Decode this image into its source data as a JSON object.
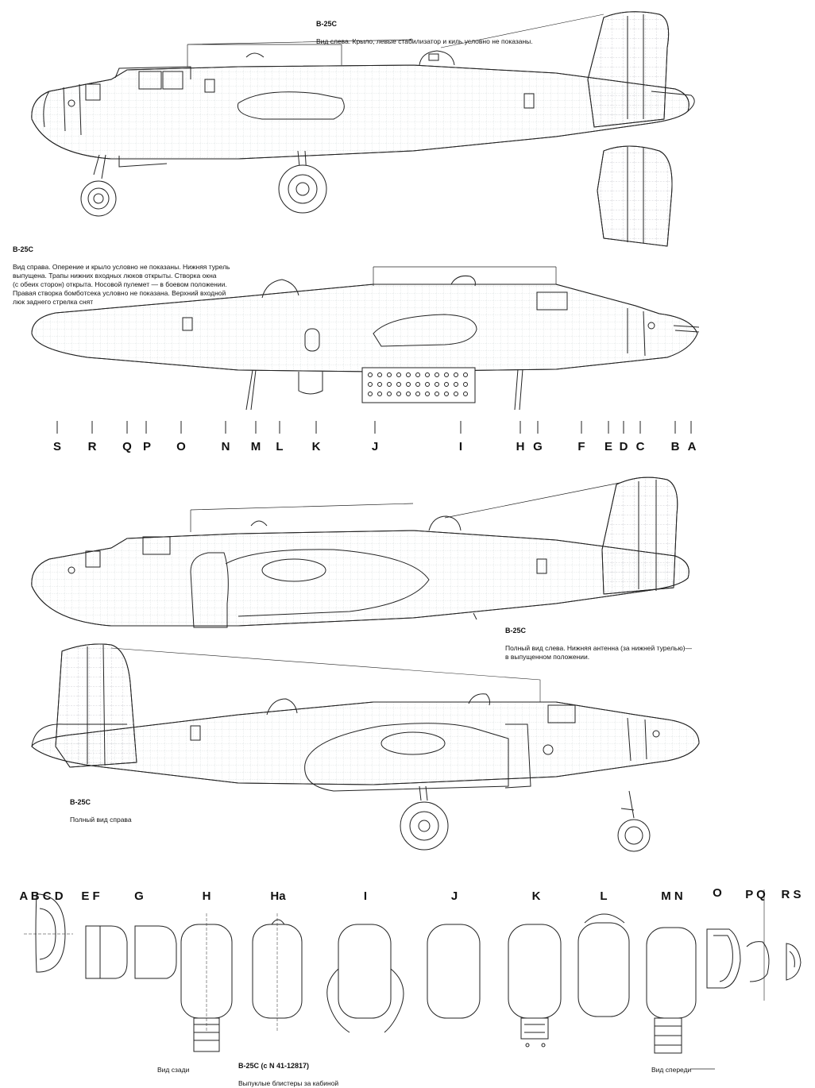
{
  "captions": {
    "left_view": {
      "title": "B-25C",
      "text": "Вид слева. Крыло, левые стабилизатор и киль условно не показаны."
    },
    "right_view": {
      "title": "B-25C",
      "text": "Вид справа. Оперение и крыло условно не показаны. Нижняя турель\nвыпущена. Трапы нижних входных люков открыты. Створка окна\n(с обеих сторон) открыта. Носовой пулемет — в боевом положении.\nПравая створка бомботсека условно не показана. Верхний входной\nлюк заднего стрелка снят"
    },
    "full_left": {
      "title": "B-25C",
      "text": "Полный вид слева. Нижняя антенна (за нижней турелью)—\nв выпущенном положении."
    },
    "full_right": {
      "title": "B-25C",
      "text": "Полный вид справа"
    },
    "rear_view": "Вид сзади",
    "front_view": "Вид спереди",
    "blisters": {
      "title": "B-25C (с N 41-12817)",
      "text": "Выпуклые блистеры за кабиной"
    }
  },
  "stations_side": [
    "S",
    "R",
    "Q",
    "P",
    "O",
    "N",
    "M",
    "L",
    "K",
    "J",
    "I",
    "H",
    "G",
    "F",
    "E",
    "D",
    "C",
    "B",
    "A"
  ],
  "stations_sections": [
    "A B C D",
    "E F",
    "G",
    "H",
    "Ha",
    "I",
    "J",
    "K",
    "L",
    "M N",
    "O",
    "P Q",
    "R S"
  ]
}
